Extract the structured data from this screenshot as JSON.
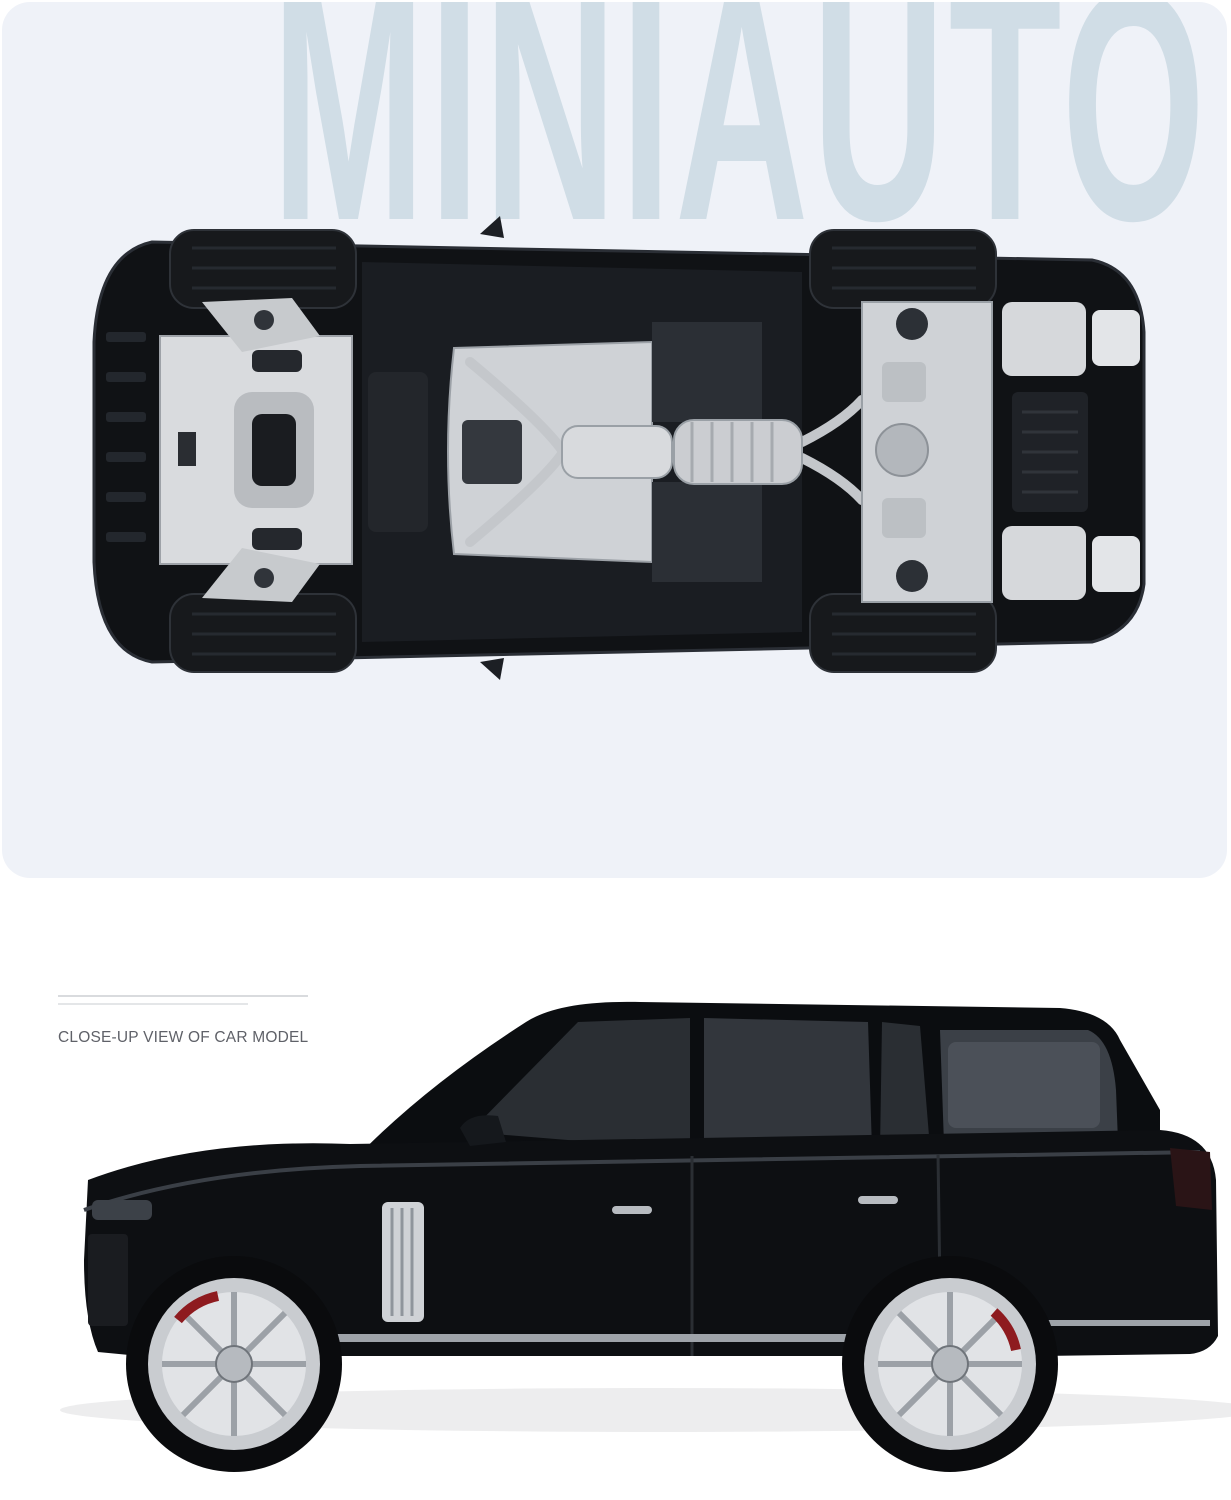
{
  "panel": {
    "background": "#eff2f8",
    "watermark_color": "#d0dde6"
  },
  "brand": {
    "watermark": "MINIAUTO"
  },
  "underside_view": {
    "subject": "car-model-underside"
  },
  "side_view": {
    "subject": "car-model-side",
    "caption": "CLOSE-UP VIEW OF CAR MODEL",
    "body_color": "#0b0d10",
    "wheel_color": "#c9ccd0",
    "brake_color": "#8e1b1f"
  }
}
